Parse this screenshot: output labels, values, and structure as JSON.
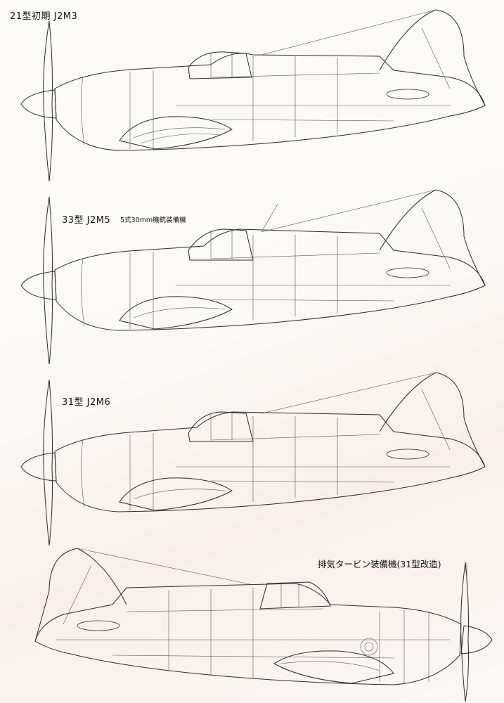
{
  "figures": [
    {
      "id": "J2M3",
      "label": "21型初期 J2M3",
      "note": ""
    },
    {
      "id": "J2M5",
      "label": "33型 J2M5",
      "note": "5式30mm機銃装備機"
    },
    {
      "id": "J2M6",
      "label": "31型 J2M6",
      "note": ""
    },
    {
      "id": "turbo",
      "label": "排気タービン装備機(31型改造)",
      "note": ""
    }
  ],
  "colors": {
    "ink": "#2a2a2a",
    "paper": "#fbfaf7",
    "tint": "#f3e4dd"
  }
}
